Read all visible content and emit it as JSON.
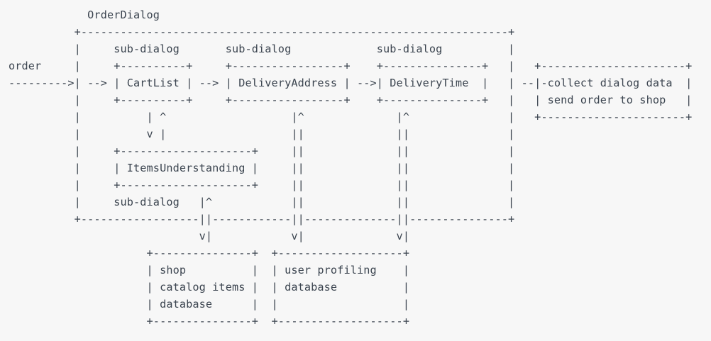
{
  "document": {
    "kind": "ascii-art-diagram",
    "title": "OrderDialog",
    "background_color": "#f7f7f7",
    "text_color": "#3c4550"
  },
  "diagram": {
    "title_label": "OrderDialog",
    "input_label": "order",
    "input_arrow": "--------->",
    "container": {
      "name": "OrderDialog",
      "kind": "dialog"
    },
    "sub_dialog_labels": [
      "sub-dialog",
      "sub-dialog",
      "sub-dialog",
      "sub-dialog"
    ],
    "steps": [
      {
        "label": "CartList",
        "kind": "sub-dialog"
      },
      {
        "label": "DeliveryAddress",
        "kind": "sub-dialog"
      },
      {
        "label": "DeliveryTime",
        "kind": "sub-dialog"
      },
      {
        "label": "ItemsUnderstanding",
        "kind": "sub-dialog"
      }
    ],
    "flow_arrows": [
      "-->",
      "-->",
      "-->",
      "----->"
    ],
    "output_box": {
      "lines": [
        "collect dialog data",
        "send order to shop"
      ]
    },
    "data_stores": [
      {
        "lines": [
          "shop",
          "catalog items",
          "database"
        ]
      },
      {
        "lines": [
          "user profiling",
          "database",
          ""
        ]
      }
    ],
    "art": "             OrderDialog\n          +---------------------------------------------------------------+\n          |       sub-dialog         sub-dialog          sub-dialog       |\norder     |       +----------+      +-----------------+  +--------------+ |       +---------------------+\n--------->|  -->  | CartList |  --> | DeliveryAddress |  | DeliveryTime | | ----->| collect dialog data |\n          |       +----------+      +-----------------+  +--------------+ |       | send order to shop  |\n          |            | ^                |^                |^           |       +---------------------+\n          |            v |                ||                ||           |\n          |       +--------------------+  ||                ||           |\n          |       | ItemsUnderstanding |  ||                ||           |\n          |       +--------------------+  ||                ||           |\n          |       sub-dialog        |^     ||                ||           |\n          +-------------------------||-----------||----------||----------+\n                                    v|          v|          v|\n                     +--------------+  +--------------------+\n                     | shop         |  | user profiling     |\n                     | catalog items|  | database           |\n                     | database     |  |                    |\n                     +--------------+  +--------------------+"
  }
}
